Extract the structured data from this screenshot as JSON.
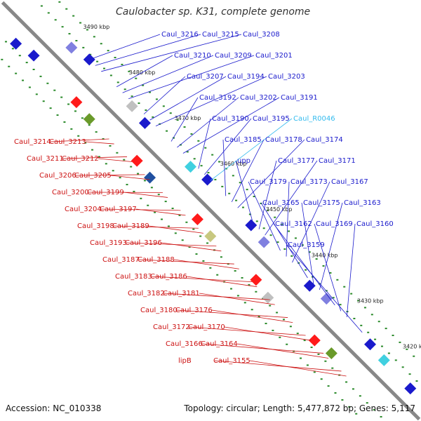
{
  "title": "Caulobacter sp. K31, complete genome",
  "footer": {
    "accession": "Accession: NC_010338",
    "summary": "Topology: circular; Length: 5,477,872 bp; Genes: 5,117"
  },
  "ruler_ticks": [
    "3490 kbp",
    "3480 kbp",
    "3470 kbp",
    "3460 kbp",
    "3450 kbp",
    "3440 kbp",
    "3430 kbp",
    "3420 kbp"
  ],
  "colors": {
    "forward_label": "#1a1acc",
    "reverse_label": "#cc1111",
    "rna_label": "#33bbee",
    "backbone": "#888888",
    "tick": "#2a8a2a"
  },
  "forward_labels": [
    "Caul_3216",
    "Caul_3215",
    "Caul_3208",
    "Caul_3210",
    "Caul_3209",
    "Caul_3201",
    "Caul_3207",
    "Caul_3194",
    "Caul_3203",
    "Caul_3192",
    "Caul_3202",
    "Caul_3191",
    "Caul_3190",
    "Caul_3195",
    "Caul_R0046",
    "Caul_3185",
    "Caul_3178",
    "Caul_3174",
    "upp",
    "Caul_3177",
    "Caul_3171",
    "Caul_3179",
    "Caul_3173",
    "Caul_3167",
    "Caul_3165",
    "Caul_3175",
    "Caul_3163",
    "Caul_3162",
    "Caul_3169",
    "Caul_3160",
    "Caul_3159"
  ],
  "reverse_labels": [
    "Caul_3214",
    "Caul_3213",
    "Caul_3211",
    "Caul_3212",
    "Caul_3206",
    "Caul_3205",
    "Caul_3200",
    "Caul_3199",
    "Caul_3204",
    "Caul_3197",
    "Caul_3198",
    "Caul_3189",
    "Caul_3193",
    "Caul_3196",
    "Caul_3187",
    "Caul_3188",
    "Caul_3183",
    "Caul_3186",
    "Caul_3182",
    "Caul_3181",
    "Caul_3180",
    "Caul_3176",
    "Caul_3172",
    "Caul_3170",
    "Caul_3166",
    "Caul_3164",
    "lipB",
    "Caul_3155"
  ]
}
